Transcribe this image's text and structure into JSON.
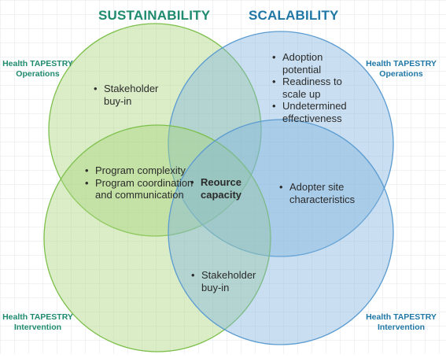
{
  "headings": {
    "sustainability": "SUSTAINABILITY",
    "scalability": "SCALABILITY"
  },
  "corner_labels": {
    "top_left": [
      "Health TAPESTRY",
      "Operations"
    ],
    "top_right": [
      "Health TAPESTRY",
      "Operations"
    ],
    "bottom_left": [
      "Health TAPESTRY",
      "Intervention"
    ],
    "bottom_right": [
      "Health TAPESTRY",
      "Intervention"
    ]
  },
  "regions": {
    "sustainability_operations": [
      "Stakeholder buy-in"
    ],
    "scalability_operations": [
      "Adoption potential",
      "Readiness to scale up",
      "Undetermined effectiveness"
    ],
    "sustainability_intervention": [
      "Program complexity",
      "Program coordination and communication"
    ],
    "center": [
      "Reource capacity"
    ],
    "scalability_intervention": [
      "Adopter site characteristics"
    ],
    "bottom_overlap": [
      "Stakeholder buy-in"
    ]
  },
  "colors": {
    "green_fill": "#a8d47a",
    "green_stroke": "#7cbf4a",
    "blue_fill": "#7fb2de",
    "blue_stroke": "#5b9bd0",
    "heading_green": "#1e8a6e",
    "heading_blue": "#1f77a6",
    "grid": "#e3e6ea"
  }
}
